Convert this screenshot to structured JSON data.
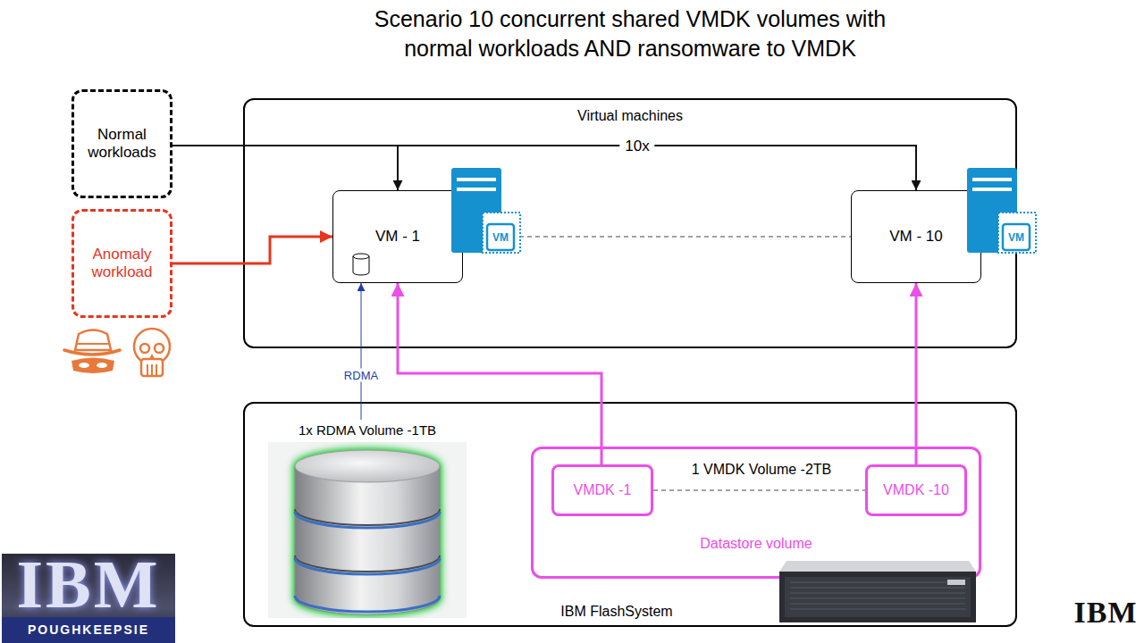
{
  "diagram": {
    "title": "Scenario 10 concurrent shared VMDK volumes with normal workloads AND ransomware to VMDK",
    "nodes": [
      {
        "text": [
          "Normal workloads"
        ]
      },
      {
        "text": [
          "Anomaly workload"
        ]
      },
      {
        "text": [
          "Virtual machines"
        ]
      },
      {
        "text": [
          "VM - 1"
        ],
        "in": 2
      },
      {
        "text": [
          "VM - 10"
        ],
        "in": 2
      },
      {
        "text": [
          "IBM FlashSystem"
        ]
      },
      {
        "text": [
          "1x RDMA Volume -1TB"
        ],
        "in": 5
      },
      {
        "text": [
          "1 VMDK Volume -2TB",
          "Datastore volume"
        ],
        "in": 5
      },
      {
        "text": [
          "VMDK -1"
        ],
        "in": 7
      },
      {
        "text": [
          "VMDK -10"
        ],
        "in": 7
      }
    ],
    "edges": [
      {
        "from": 0,
        "to": 3,
        "arrow": "to"
      },
      {
        "from": 0,
        "to": 4,
        "arrow": "to",
        "label": "10x"
      },
      {
        "from": 1,
        "to": 3,
        "arrow": "to"
      },
      {
        "from": 3,
        "to": 4,
        "arrow": "none"
      },
      {
        "from": 6,
        "to": 3,
        "arrow": "to",
        "label": "RDMA"
      },
      {
        "from": 8,
        "to": 3,
        "arrow": "to"
      },
      {
        "from": 9,
        "to": 4,
        "arrow": "to"
      },
      {
        "from": 8,
        "to": 9,
        "arrow": "none"
      }
    ],
    "labels": [
      "VM",
      "VM",
      "IBM",
      "POUGHKEEPSIE",
      "IBM"
    ]
  }
}
